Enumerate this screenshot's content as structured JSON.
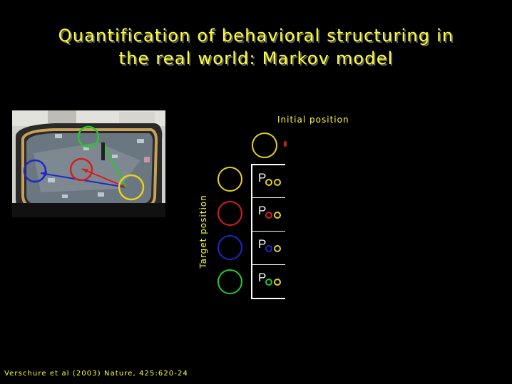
{
  "title_line1": "Quantification of behavioral structuring in",
  "title_line2": "the real world: Markov model",
  "initial_label": "Initial position",
  "target_label": "Target position",
  "citation": "Verschure et al (2003) Nature, 425:620-24",
  "colors": {
    "yellow": "#e6d21e",
    "red": "#d81e1e",
    "blue": "#1e28c8",
    "green": "#28c828",
    "text": "#ffff33"
  },
  "rows": [
    {
      "symbol": "P",
      "target_color": "yellow"
    },
    {
      "symbol": "P",
      "target_color": "red"
    },
    {
      "symbol": "P",
      "target_color": "blue"
    },
    {
      "symbol": "P",
      "target_color": "green"
    }
  ]
}
